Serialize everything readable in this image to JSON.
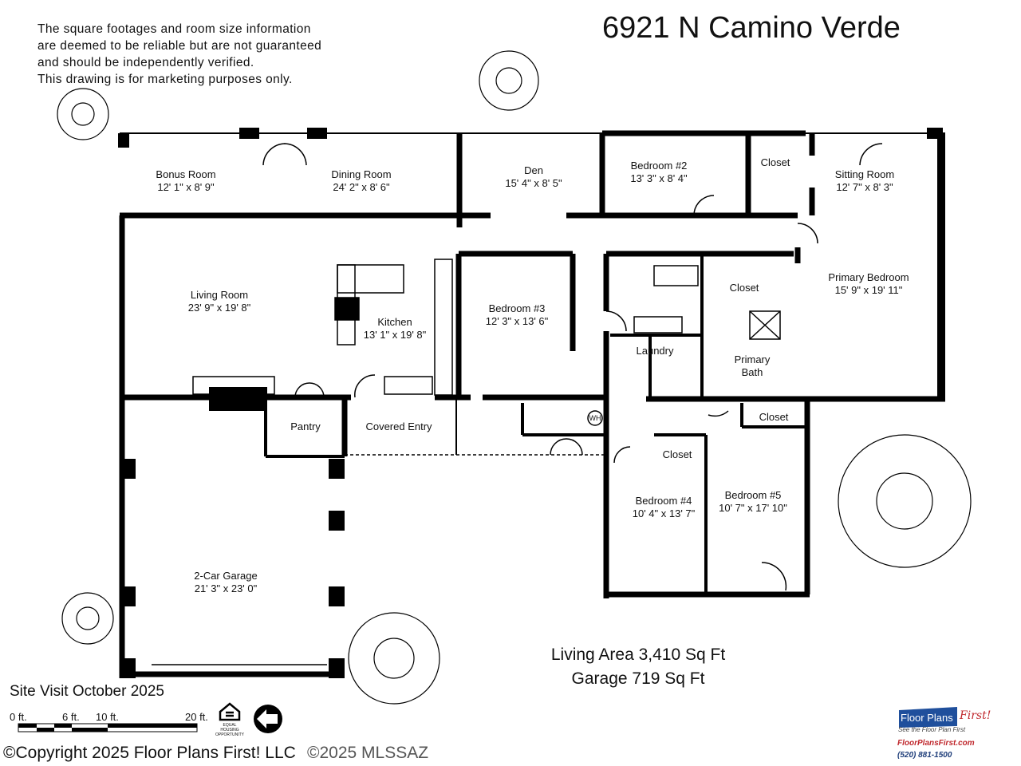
{
  "title": "6921 N Camino Verde",
  "disclaimer": [
    "The square footages and room size information",
    "are deemed to be reliable but are not guaranteed",
    "and should be independently verified.",
    "This drawing is for marketing purposes only."
  ],
  "rooms": [
    {
      "name": "Bonus Room",
      "size": "12' 1\" x 8' 9\""
    },
    {
      "name": "Dining Room",
      "size": "24' 2\" x 8' 6\""
    },
    {
      "name": "Den",
      "size": "15' 4\" x 8' 5\""
    },
    {
      "name": "Bedroom #2",
      "size": "13' 3\" x 8' 4\""
    },
    {
      "name": "Closet",
      "size": ""
    },
    {
      "name": "Sitting Room",
      "size": "12' 7\" x 8' 3\""
    },
    {
      "name": "Living Room",
      "size": "23' 9\" x 19' 8\""
    },
    {
      "name": "Kitchen",
      "size": "13' 1\" x 19' 8\""
    },
    {
      "name": "Bedroom #3",
      "size": "12' 3\" x 13' 6\""
    },
    {
      "name": "Closet",
      "size": ""
    },
    {
      "name": "Primary Bedroom",
      "size": "15' 9\" x 19' 11\""
    },
    {
      "name": "Laundry",
      "size": ""
    },
    {
      "name": "Primary Bath",
      "size": ""
    },
    {
      "name": "Pantry",
      "size": ""
    },
    {
      "name": "Covered Entry",
      "size": ""
    },
    {
      "name": "Closet",
      "size": ""
    },
    {
      "name": "Closet",
      "size": ""
    },
    {
      "name": "Bedroom #4",
      "size": "10' 4\" x 13' 7\""
    },
    {
      "name": "Bedroom #5",
      "size": "10' 7\" x 17' 10\""
    },
    {
      "name": "2-Car Garage",
      "size": "21' 3\" x 23' 0\""
    }
  ],
  "wh": "WH",
  "living_area": "Living Area 3,410 Sq Ft",
  "garage_area": "Garage 719 Sq Ft",
  "site_visit": "Site Visit October 2025",
  "scale_labels": [
    "0 ft.",
    "6 ft.",
    "10 ft.",
    "20 ft."
  ],
  "copyright": "©Copyright 2025 Floor Plans First! LLC",
  "copyright_overlay": "©2025 MLSSAZ",
  "logo": {
    "brand": "Floor Plans",
    "brand2": "First!",
    "tagline": "See the Floor Plan First",
    "url": "FloorPlansFirst.com",
    "phone": "(520) 881-1500"
  },
  "equal_housing": "EQUAL HOUSING OPPORTUNITY"
}
